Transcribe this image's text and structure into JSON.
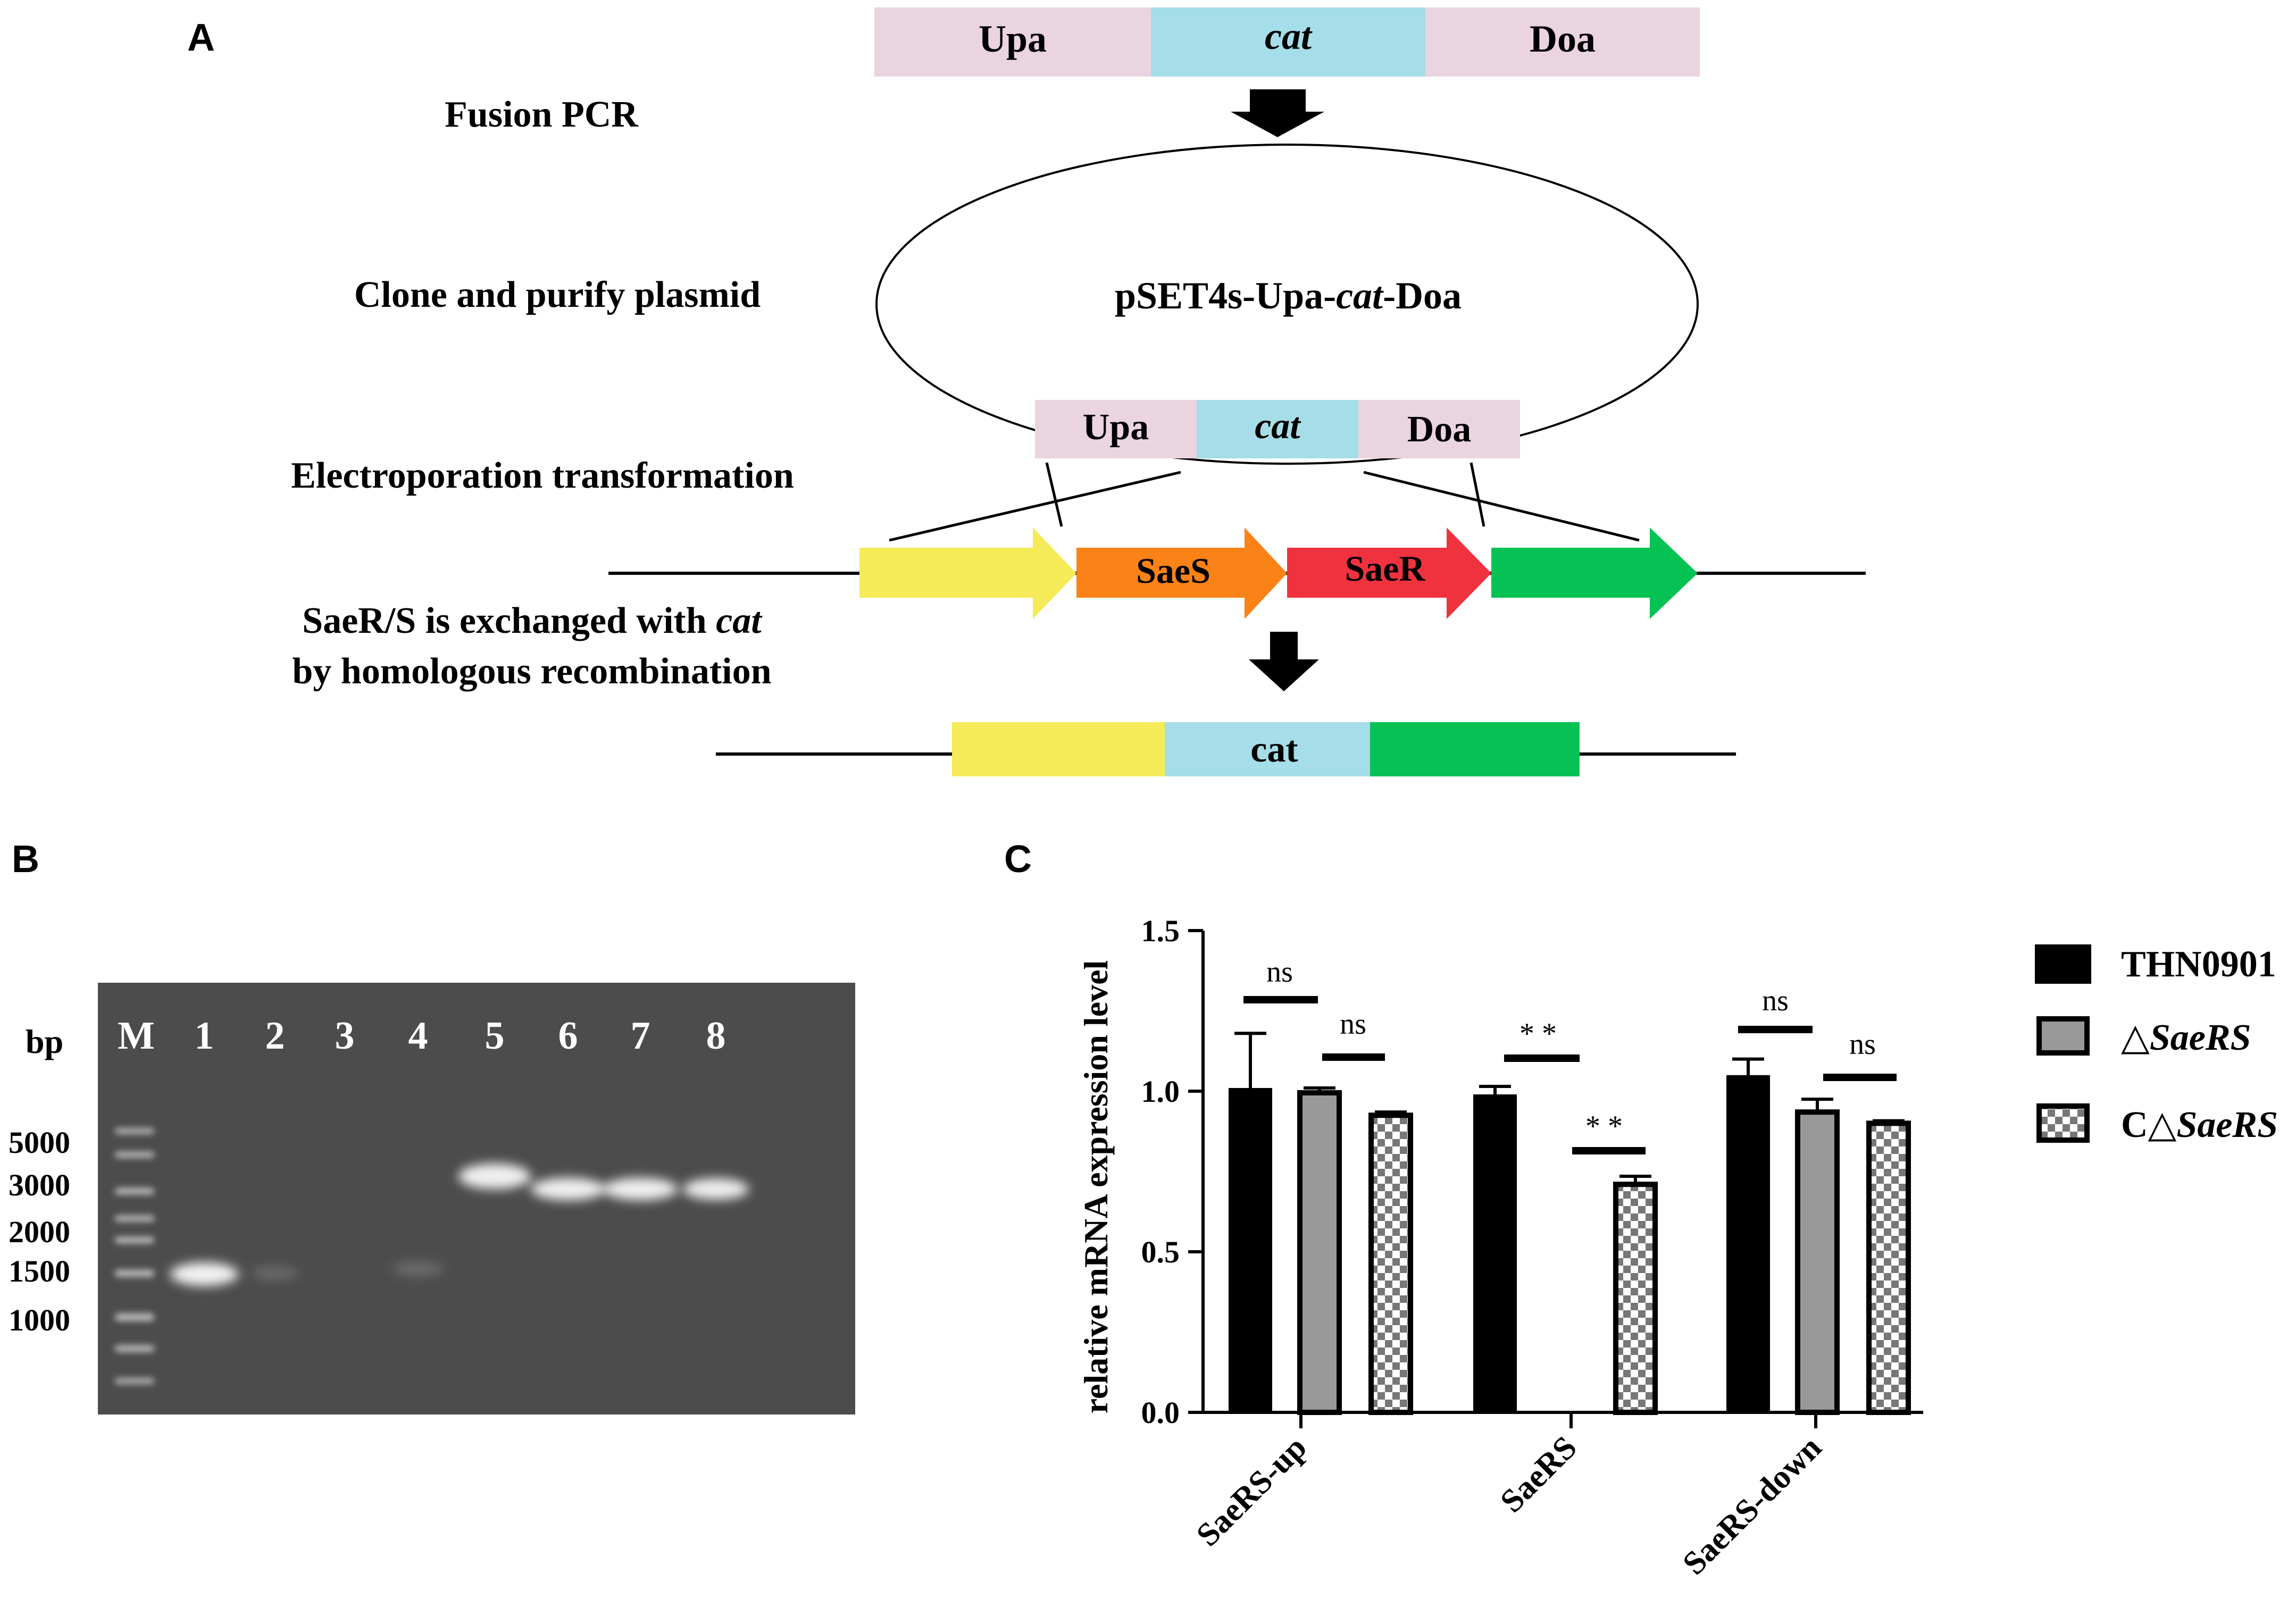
{
  "colors": {
    "pink": "#ead4e0",
    "cyan": "#a5dde8",
    "yellow": "#f5eb58",
    "orange": "#fb8216",
    "red": "#f0323e",
    "green": "#06c255",
    "gel_bg": "#4c4c4c",
    "bar_black": "#000000",
    "bar_gray": "#999999"
  },
  "panel_a": {
    "letter": "A",
    "steps": {
      "fusion": "Fusion PCR",
      "clone": "Clone and purify plasmid",
      "electro": "Electroporation transformation",
      "exchange_1": "SaeR/S is exchanged with ",
      "exchange_cat": "cat",
      "exchange_2": "by homologous recombination"
    },
    "construct": {
      "upa": "Upa",
      "cat": "cat",
      "doa": "Doa"
    },
    "plasmid": {
      "prefix": "pSET4s-Upa-",
      "cat": "cat",
      "suffix": "-Doa"
    },
    "genome": {
      "saes": "SaeS",
      "saer": "SaeR"
    },
    "result": {
      "cat": "cat"
    }
  },
  "panel_b": {
    "letter": "B",
    "bp_label": "bp",
    "lanes": [
      "M",
      "1",
      "2",
      "3",
      "4",
      "5",
      "6",
      "7",
      "8"
    ],
    "markers": [
      "5000",
      "3000",
      "2000",
      "1500",
      "1000"
    ]
  },
  "panel_c": {
    "letter": "C",
    "legend": {
      "thn": "THN0901",
      "ko_prefix": "△",
      "ko_name": "SaeRS",
      "comp_prefix": "C△",
      "comp_name": "SaeRS"
    },
    "sig": {
      "ns": "ns",
      "star": "* *"
    },
    "chart_data": {
      "type": "bar",
      "categories": [
        "SaeRS-up",
        "SaeRS",
        "SaeRS-down"
      ],
      "ylabel": "relative mRNA expression level",
      "ylim": [
        0,
        1.5
      ],
      "yticks": [
        "0.0",
        "0.5",
        "1.0",
        "1.5"
      ],
      "series": [
        {
          "name": "THN0901",
          "values": [
            1.01,
            0.99,
            1.05
          ],
          "errors": [
            0.17,
            0.025,
            0.05
          ]
        },
        {
          "name": "△SaeRS",
          "values": [
            0.995,
            0,
            0.935
          ],
          "errors": [
            0.015,
            0,
            0.04
          ]
        },
        {
          "name": "C△SaeRS",
          "values": [
            0.925,
            0.71,
            0.9
          ],
          "errors": [
            0.01,
            0.025,
            0.008
          ]
        }
      ],
      "significance": [
        {
          "category": "SaeRS-up",
          "comparison": "THN0901 vs △SaeRS",
          "label": "ns"
        },
        {
          "category": "SaeRS-up",
          "comparison": "△SaeRS vs C△SaeRS",
          "label": "ns"
        },
        {
          "category": "SaeRS",
          "comparison": "THN0901 vs △SaeRS",
          "label": "**"
        },
        {
          "category": "SaeRS",
          "comparison": "△SaeRS vs C△SaeRS",
          "label": "**"
        },
        {
          "category": "SaeRS-down",
          "comparison": "THN0901 vs △SaeRS",
          "label": "ns"
        },
        {
          "category": "SaeRS-down",
          "comparison": "△SaeRS vs C△SaeRS",
          "label": "ns"
        }
      ]
    }
  }
}
